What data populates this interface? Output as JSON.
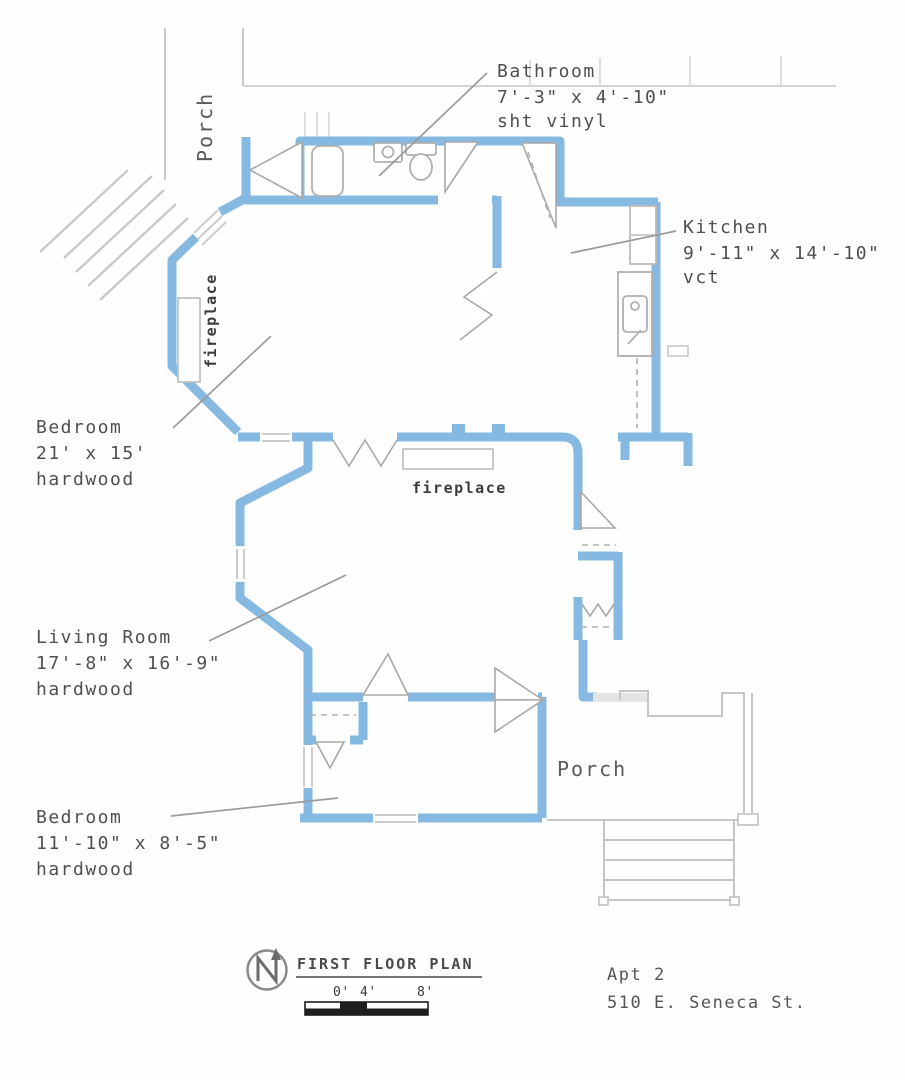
{
  "plan": {
    "rooms": {
      "bathroom": {
        "name": "Bathroom",
        "dims": "7'-3\" x 4'-10\"",
        "floor": "sht vinyl"
      },
      "kitchen": {
        "name": "Kitchen",
        "dims": "9'-11\" x 14'-10\"",
        "floor": "vct"
      },
      "bedroom_upper": {
        "name": "Bedroom",
        "dims": "21' x 15'",
        "floor": "hardwood"
      },
      "living_room": {
        "name": "Living Room",
        "dims": "17'-8\" x 16'-9\"",
        "floor": "hardwood"
      },
      "bedroom_lower": {
        "name": "Bedroom",
        "dims": "11'-10\" x 8'-5\"",
        "floor": "hardwood"
      },
      "porch_upper": {
        "name": "Porch"
      },
      "porch_lower": {
        "name": "Porch"
      }
    },
    "features": {
      "fireplace_left": "fireplace",
      "fireplace_center": "fireplace"
    },
    "title_block": {
      "title": "FIRST FLOOR PLAN",
      "north_label": "N",
      "scale_ticks": [
        "0'",
        "4'",
        "8'"
      ],
      "apartment": "Apt 2",
      "address": "510 E. Seneca St."
    },
    "colors": {
      "wall": "#85b9e2",
      "outline": "#c6c6c6",
      "text": "#4f4f4f"
    }
  }
}
